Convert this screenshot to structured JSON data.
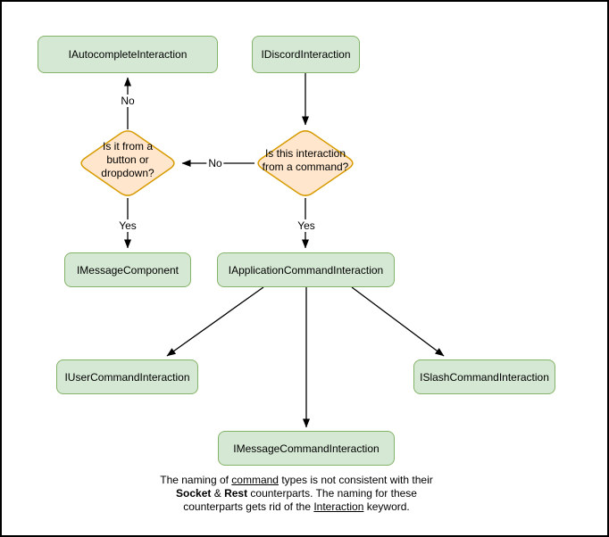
{
  "diagram": {
    "nodes": {
      "autocomplete": {
        "label": "IAutocompleteInteraction"
      },
      "discord": {
        "label": "IDiscordInteraction"
      },
      "message_component": {
        "label": "IMessageComponent"
      },
      "application_command": {
        "label": "IApplicationCommandInteraction"
      },
      "user_command": {
        "label": "IUserCommandInteraction"
      },
      "slash_command": {
        "label": "ISlashCommandInteraction"
      },
      "message_command": {
        "label": "IMessageCommandInteraction"
      }
    },
    "decisions": {
      "button_dropdown": {
        "label": "Is it from a button or dropdown?"
      },
      "from_command": {
        "label": "Is this interaction from a command?"
      }
    },
    "edge_labels": {
      "no_top": "No",
      "no_mid": "No",
      "yes_left": "Yes",
      "yes_right": "Yes"
    },
    "colors": {
      "node_fill": "#d5e8d4",
      "node_stroke": "#82b366",
      "decision_fill": "#ffe6cc",
      "decision_stroke": "#d79b00",
      "arrow": "#000000"
    }
  },
  "caption": {
    "line1": {
      "a": "The naming of ",
      "b": "command",
      "c": " types is not consistent with their"
    },
    "line2": {
      "a": "Socket",
      "b": " & ",
      "c": "Rest",
      "d": " counterparts. The naming for these"
    },
    "line3": {
      "a": "counterparts gets rid of the ",
      "b": "Interaction",
      "c": " keyword."
    }
  }
}
